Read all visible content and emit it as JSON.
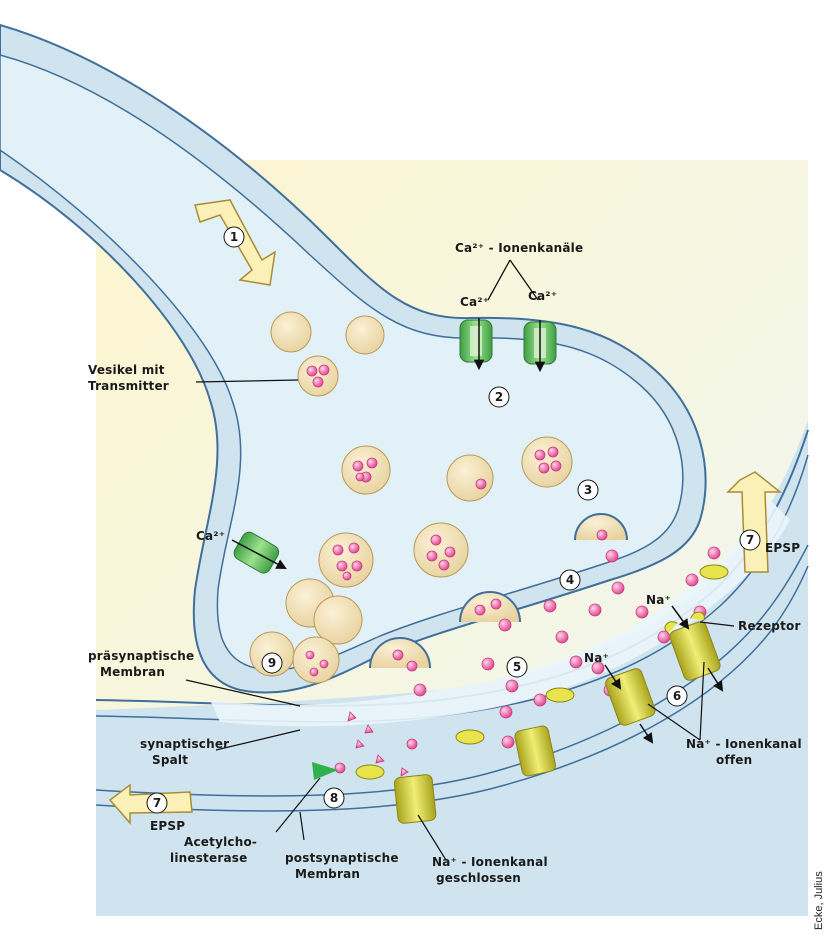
{
  "labels": {
    "ca_ion_channels": "Ca²⁺ - Ionenkanäle",
    "ca_left": "Ca²⁺",
    "ca_right": "Ca²⁺",
    "ca_side": "Ca²⁺",
    "vesicle_line1": "Vesikel mit",
    "vesicle_line2": "Transmitter",
    "presyn_line1": "präsynaptische",
    "presyn_line2": "Membran",
    "cleft_line1": "synaptischer",
    "cleft_line2": "Spalt",
    "epsp_left": "EPSP",
    "epsp_right": "EPSP",
    "ache_line1": "Acetylcho-",
    "ache_line2": "linesterase",
    "postsyn_line1": "postsynaptische",
    "postsyn_line2": "Membran",
    "na_closed_line1": "Na⁺ - Ionenkanal",
    "na_closed_line2": "geschlossen",
    "na_open_line1": "Na⁺ - Ionenkanal",
    "na_open_line2": "offen",
    "na_a": "Na⁺",
    "na_b": "Na⁺",
    "receptor": "Rezeptor",
    "credit": "Ecke, Julius"
  },
  "steps": [
    "1",
    "2",
    "3",
    "4",
    "5",
    "6",
    "7",
    "7",
    "8",
    "9"
  ],
  "colors": {
    "background_yellow": "#fbf3c8",
    "axon_fill": "#d6eaf3",
    "membrane_dark": "#3f6f9a",
    "vesicle_fill": "#f3e2b8",
    "transmitter": "#e8509a",
    "ca_channel": "#5cbf5a",
    "na_channel": "#d9d63a"
  }
}
